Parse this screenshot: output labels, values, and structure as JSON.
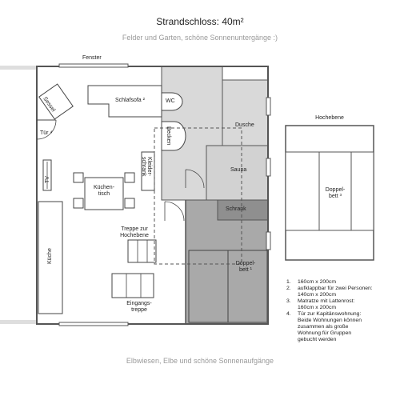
{
  "title": "Strandschloss: 40m²",
  "subtitle": "Felder und Garten, schöne Sonnenuntergänge :)",
  "bottom_caption": "Elbwiesen, Elbe und schöne Sonnenaufgänge",
  "labels": {
    "fenster": "Fenster",
    "sessel": "Sessel",
    "schlafsofa": "Schlafsofa ²",
    "wc": "WC",
    "dusche": "Dusche",
    "becken": "Becken",
    "tuer": "Tür ⁴",
    "tv": "TV",
    "kuechentisch_1": "Küchen-",
    "kuechentisch_2": "tisch",
    "kleiderschrank_1": "Kleider-",
    "kleiderschrank_2": "schrank",
    "sauna": "Sauna",
    "schrank": "Schrank",
    "treppe_1": "Treppe zur",
    "treppe_2": "Hochebene",
    "kueche": "Küche",
    "doppelbett1_1": "Doppel-",
    "doppelbett1_2": "bett ¹",
    "eingang_1": "Eingangs-",
    "eingang_2": "treppe",
    "hochebene": "Hochebene",
    "doppelbett3_1": "Doppel-",
    "doppelbett3_2": "bett ³"
  },
  "notes": [
    {
      "num": "1.",
      "text": "160cm x 200cm"
    },
    {
      "num": "2.",
      "text": "aufklappbar für zwei Personen:",
      "text2": "140cm x 200cm"
    },
    {
      "num": "3.",
      "text": "Matratze mit Lattenrost:",
      "text2": "160cm x 200cm"
    },
    {
      "num": "4.",
      "text": "Tür zur Kapitänswohnung:",
      "text2": "Beide Wohnungen können",
      "text3": "zusammen als große",
      "text4": "Wohnung für Gruppen",
      "text5": "gebucht werden"
    }
  ],
  "colors": {
    "wall": "#555555",
    "bath_fill": "#d9d9d9",
    "sauna_fill": "#d2d2d2",
    "bedroom_fill": "#a9a9a9",
    "schrank_fill": "#8f8f8f",
    "caption_gray": "#9a9a9a"
  }
}
